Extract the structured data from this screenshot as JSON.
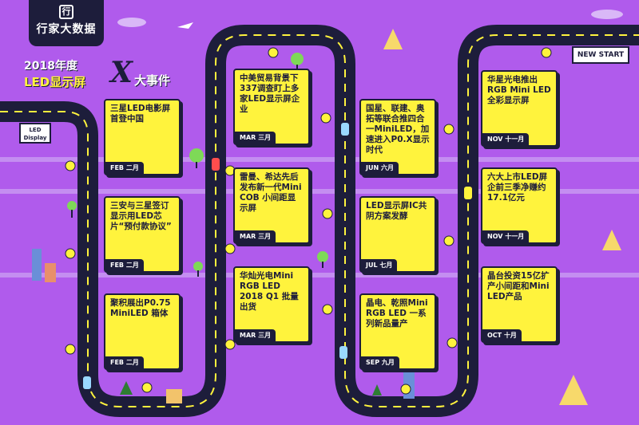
{
  "logo": {
    "mark": "行",
    "text": "行家大数据"
  },
  "title": {
    "year": "2018年度",
    "led": "LED显示屏",
    "x": "X",
    "big": "大事件"
  },
  "signs": {
    "led_display": "LED Display",
    "new_start": "NEW START"
  },
  "events": [
    {
      "text": "三星LED电影屏首登中国",
      "month_en": "FEB",
      "month_cn": "二月"
    },
    {
      "text": "三安与三星签订显示用LED芯片“预付款协议”",
      "month_en": "FEB",
      "month_cn": "二月"
    },
    {
      "text": "聚积展出P0.75 MiniLED 箱体",
      "month_en": "FEB",
      "month_cn": "二月"
    },
    {
      "text": "中美贸易背景下337调查盯上多家LED显示屏企业",
      "month_en": "MAR",
      "month_cn": "三月"
    },
    {
      "text": "雷曼、希达先后发布新一代Mini COB 小间距显示屏",
      "month_en": "MAR",
      "month_cn": "三月"
    },
    {
      "text": "华灿光电Mini RGB LED 2018 Q1 批量出货",
      "month_en": "MAR",
      "month_cn": "三月"
    },
    {
      "text": "国星、联建、奥拓等联合推四合一MiniLED，加速进入P0.X显示时代",
      "month_en": "JUN",
      "month_cn": "六月"
    },
    {
      "text": "LED显示屏IC共阴方案发酵",
      "month_en": "JUL",
      "month_cn": "七月"
    },
    {
      "text": "晶电、乾照Mini RGB LED 一系列新品量产",
      "month_en": "SEP",
      "month_cn": "九月"
    },
    {
      "text": "华星光电推出RGB Mini LED 全彩显示屏",
      "month_en": "NOV",
      "month_cn": "十一月"
    },
    {
      "text": "六大上市LED屏企前三季净赚约17.1亿元",
      "month_en": "NOV",
      "month_cn": "十一月"
    },
    {
      "text": "晶台投资15亿扩产小间距和Mini LED产品",
      "month_en": "OCT",
      "month_cn": "十月"
    }
  ]
}
